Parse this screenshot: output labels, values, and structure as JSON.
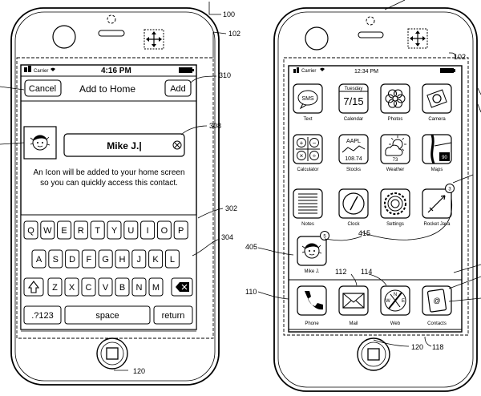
{
  "figure": {
    "refs": {
      "r100": "100",
      "r102_left": "102",
      "r310": "310",
      "r308": "308",
      "r302": "302",
      "r304": "304",
      "r120_left": "120",
      "r102_right": "102",
      "r405": "405",
      "r110": "110",
      "r112": "112",
      "r114": "114",
      "r415": "415",
      "r120_right": "120",
      "r118": "118"
    }
  },
  "left_phone": {
    "status": {
      "carrier": "Carrier",
      "time": "4:16 PM"
    },
    "nav": {
      "cancel": "Cancel",
      "title": "Add to Home",
      "add": "Add"
    },
    "name_field": {
      "value": "Mike J.|",
      "clear_icon": "circle-x-icon"
    },
    "message": [
      "An Icon will be added to your home screen",
      "so you can quickly access this contact."
    ],
    "keyboard": {
      "row1": [
        "Q",
        "W",
        "E",
        "R",
        "T",
        "Y",
        "U",
        "I",
        "O",
        "P"
      ],
      "row2": [
        "A",
        "S",
        "D",
        "F",
        "G",
        "H",
        "J",
        "K",
        "L"
      ],
      "row3": [
        "Z",
        "X",
        "C",
        "V",
        "B",
        "N",
        "M"
      ],
      "numbers": ".?123",
      "space": "space",
      "return": "return"
    }
  },
  "right_phone": {
    "status": {
      "carrier": "Carrier",
      "time": "12:34 PM"
    },
    "apps": [
      {
        "label": "Text",
        "glyph": "SMS",
        "icon": "sms-icon"
      },
      {
        "label": "Calendar",
        "glyph_top": "Tuesday",
        "glyph": "7/15",
        "icon": "calendar-icon"
      },
      {
        "label": "Photos",
        "icon": "flower-icon"
      },
      {
        "label": "Camera",
        "icon": "camera-icon"
      },
      {
        "label": "Calculator",
        "icon": "calculator-icon"
      },
      {
        "label": "Stocks",
        "glyph_top": "AAPL",
        "glyph": "108.74",
        "icon": "stocks-icon"
      },
      {
        "label": "Weather",
        "glyph": "73",
        "icon": "weather-icon"
      },
      {
        "label": "Maps",
        "glyph": "90",
        "icon": "map-icon"
      },
      {
        "label": "Notes",
        "icon": "notes-icon"
      },
      {
        "label": "Clock",
        "icon": "clock-icon"
      },
      {
        "label": "Settings",
        "icon": "settings-gear-icon"
      },
      {
        "label": "Rocket Java",
        "badge": "3",
        "icon": "rocket-icon"
      },
      {
        "label": "Mike J.",
        "badge": "5",
        "icon": "contact-photo-icon"
      }
    ],
    "dock": [
      {
        "label": "Phone",
        "icon": "phone-icon"
      },
      {
        "label": "Mail",
        "icon": "mail-icon"
      },
      {
        "label": "Web",
        "icon": "compass-icon",
        "compass": [
          "N",
          "W",
          "E"
        ]
      },
      {
        "label": "Contacts",
        "icon": "contacts-book-icon"
      }
    ]
  }
}
